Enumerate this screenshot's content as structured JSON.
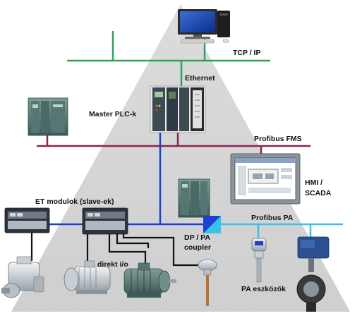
{
  "labels": {
    "tcp_ip": "TCP / IP",
    "ethernet": "Ethernet",
    "master_plc": "Master PLC-k",
    "profibus_fms": "Profibus FMS",
    "hmi_line1": "HMI /",
    "hmi_line2": "SCADA",
    "et_modules": "ET modulok (slave-ek)",
    "profibus_pa": "Profibus PA",
    "dp_pa_line1": "DP / PA",
    "dp_pa_line2": "coupler",
    "direct_io": "direkt i/o",
    "pa_devices": "PA eszközök"
  },
  "colors": {
    "pyramid": "#d9d9d9",
    "ethernet": "#2ca25f",
    "profibus_fms": "#8b2252",
    "profibus_dp": "#1c3fd6",
    "profibus_pa": "#35c3e8",
    "direct_io": "#111111"
  },
  "icons": [
    "desktop-computer-icon",
    "plc-rack-icon",
    "plc-module-icon",
    "hmi-panel-icon",
    "et-module-icon",
    "motor-icon",
    "temperature-sensor-icon",
    "level-transmitter-icon",
    "valve-actuator-icon",
    "dp-pa-coupler-icon"
  ]
}
